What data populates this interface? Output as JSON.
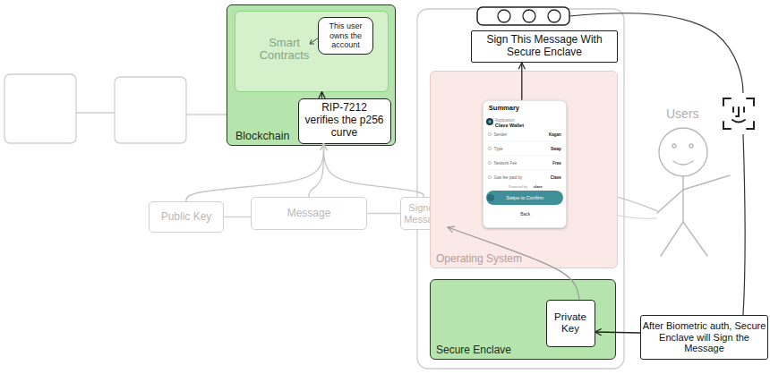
{
  "diagram": {
    "nodes": [
      {
        "text": [
          "Blockchain"
        ]
      },
      {
        "text": [
          "Smart Contracts"
        ],
        "in": 0
      },
      {
        "text": [
          "This user owns the account"
        ],
        "in": 1
      },
      {
        "text": [
          "RIP-7212 verifies the p256 curve"
        ],
        "in": 0
      },
      {
        "text": [
          "Public Key"
        ]
      },
      {
        "text": [
          "Message"
        ]
      },
      {
        "text": [
          "Signed Message"
        ]
      },
      {
        "text": [
          "Sign This Message With Secure Enclave"
        ]
      },
      {
        "text": [
          "Operating System"
        ]
      },
      {
        "text": [
          "Summary",
          "Application",
          "Clave Wallet",
          "Sender",
          "Kagan",
          "Type",
          "Swap",
          "Network Fee",
          "Free",
          "Gas fee paid by",
          "Clave",
          "Powered by",
          "clave",
          "Back"
        ],
        "in": 8
      },
      {
        "text": [
          "Swipe to Confirm"
        ],
        "in": 9
      },
      {
        "text": [
          "Secure Enclave"
        ]
      },
      {
        "text": [
          "Private Key"
        ],
        "in": 11
      },
      {
        "text": [
          "After Biometric auth, Secure Enclave will Sign the Message"
        ]
      }
    ],
    "edges": [
      {
        "from": 3,
        "to": 1,
        "arrow": "to"
      },
      {
        "from": 4,
        "to": 5,
        "arrow": "none"
      },
      {
        "from": 5,
        "to": 6,
        "arrow": "none"
      },
      {
        "from": 4,
        "to": 3,
        "arrow": "to"
      },
      {
        "from": 5,
        "to": 3,
        "arrow": "to"
      },
      {
        "from": 6,
        "to": 3,
        "arrow": "to"
      },
      {
        "from": 9,
        "to": 7,
        "arrow": "to"
      },
      {
        "from": 12,
        "to": 6,
        "arrow": "to"
      },
      {
        "from": 13,
        "to": 12,
        "arrow": "to"
      }
    ],
    "labels": [
      "Users"
    ]
  }
}
